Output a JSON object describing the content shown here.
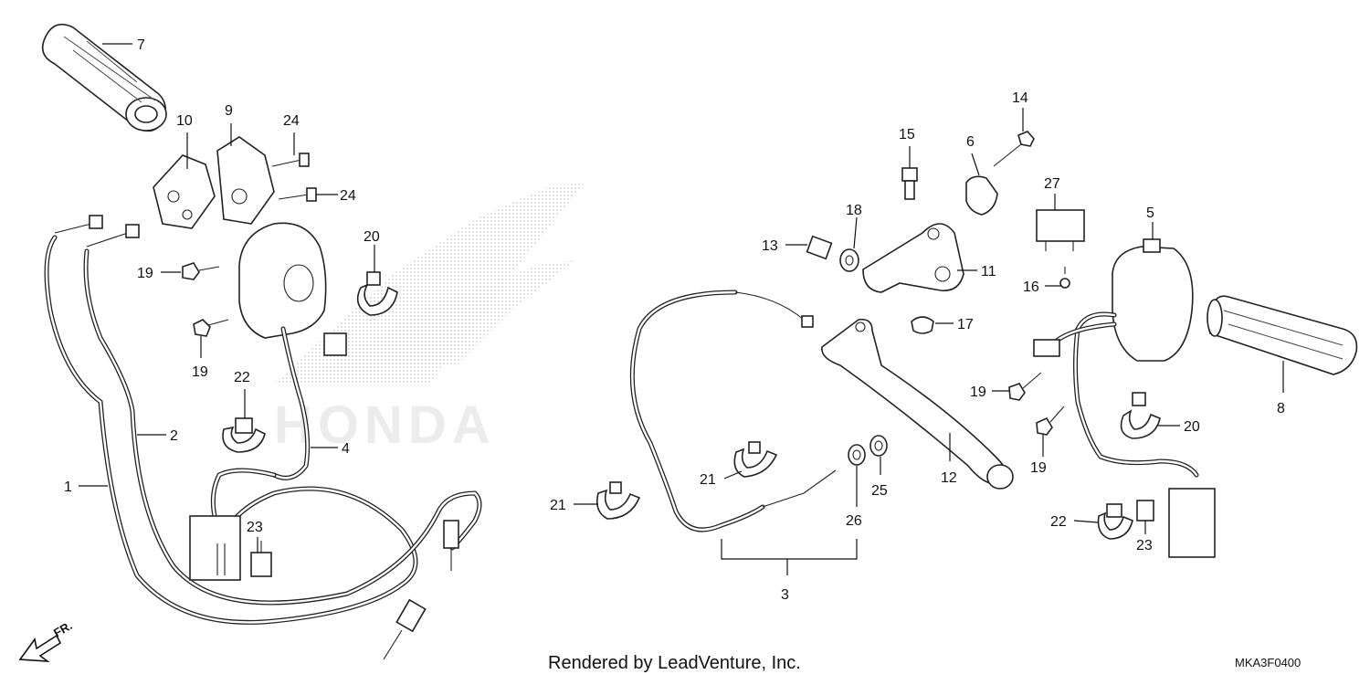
{
  "diagram": {
    "footer": {
      "credit": "Rendered by LeadVenture, Inc.",
      "code": "MKA3F0400"
    },
    "direction_label": "FR.",
    "callouts": [
      "1",
      "2",
      "3",
      "4",
      "5",
      "6",
      "7",
      "8",
      "9",
      "10",
      "11",
      "12",
      "13",
      "14",
      "15",
      "16",
      "17",
      "18",
      "19",
      "19",
      "19",
      "19",
      "20",
      "20",
      "21",
      "21",
      "22",
      "22",
      "23",
      "23",
      "24",
      "24",
      "25",
      "26",
      "27"
    ],
    "watermark_icon": "honda-wing-logo-icon",
    "colors": {
      "ink": "#111111",
      "watermark": "#d8d8d8",
      "background": "#ffffff"
    }
  }
}
